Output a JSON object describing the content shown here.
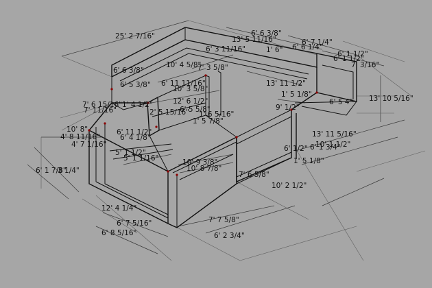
{
  "colors": {
    "background": "#a6a6a6",
    "edges": "#111111",
    "extension_lines": "#5f5f5f",
    "joint_markers": "#8b0000"
  },
  "dimensions": [
    "25' 2 7/16\"",
    "13' 5 11/16\"",
    "6' 6 3/8\"",
    "6' 7 1/4\"",
    "6' 3 11/16\"",
    "1' 6\"",
    "6' 6 1/4\"",
    "6' 1 1/2\"",
    "6' 1 1/2\"",
    "7' 3/16\"",
    "6' 6 3/8\"",
    "10' 4 5/8\"",
    "7' 3 5/8\"",
    "6' 5 3/8\"",
    "6' 11 11/16\"",
    "10' 3 5/8\"",
    "13' 11 1/2\"",
    "1' 5 1/8\"",
    "13' 10 5/16\"",
    "7' 6 15/16\"",
    "1' 4 1/2\"",
    "12' 6 1/2\"",
    "6' 5 4\"",
    "7' 11/16\"",
    "2' 5 15/16\"",
    "6' 5 5/8\"",
    "1' 6 5/16\"",
    "9' 1/2\"",
    "1' 5 7/8\"",
    "10' 8\"",
    "4' 8 11/16\"",
    "6' 11 1/2\"",
    "6' 4 1/8\"",
    "13' 11 5/16\"",
    "4' 7 1/16\"",
    "5' 1 1/2\"",
    "6' 1/2\"",
    "10' 1 1/2\"",
    "5' 1 1/16\"",
    "6' 1 3/4\"",
    "1' 5 1/8\"",
    "10' 9 3/8\"",
    "10' 8 7/8\"",
    "6' 1 7/8\"",
    "3 1/4\"",
    "7' 6 5/8\"",
    "10' 2 1/2\"",
    "12' 4 1/4\"",
    "6' 7 5/16\"",
    "7' 7 5/8\"",
    "6' 8 5/16\"",
    "6' 2 3/4\""
  ]
}
